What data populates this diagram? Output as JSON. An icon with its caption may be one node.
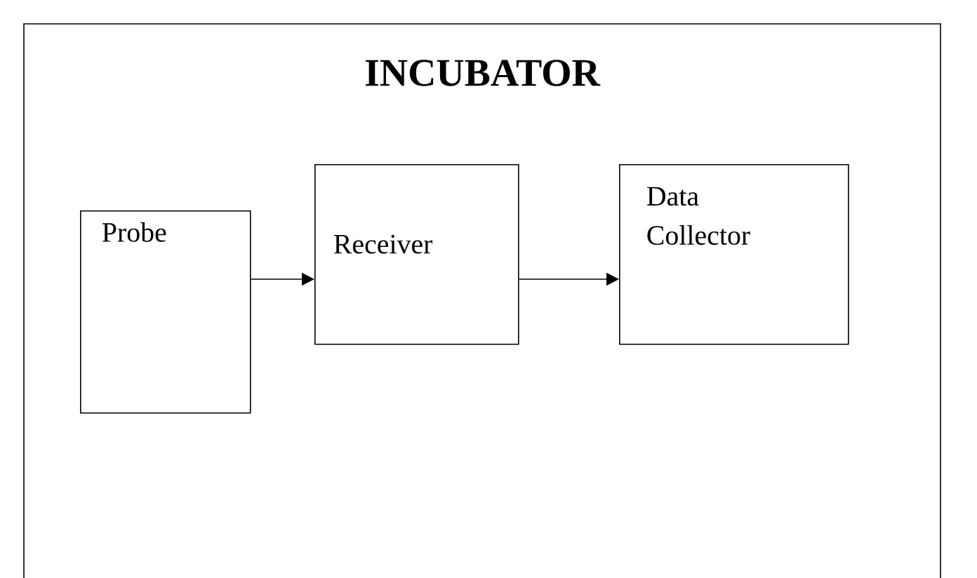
{
  "diagram": {
    "nodes": [
      {
        "text": [
          "INCUBATOR"
        ]
      },
      {
        "text": [
          "Probe"
        ],
        "in": 0
      },
      {
        "text": [
          "Receiver"
        ],
        "in": 0
      },
      {
        "text": [
          "Data Collector"
        ],
        "in": 0
      }
    ],
    "edges": [
      {
        "from": 1,
        "to": 2,
        "arrow": "to"
      },
      {
        "from": 2,
        "to": 3,
        "arrow": "to"
      }
    ]
  }
}
